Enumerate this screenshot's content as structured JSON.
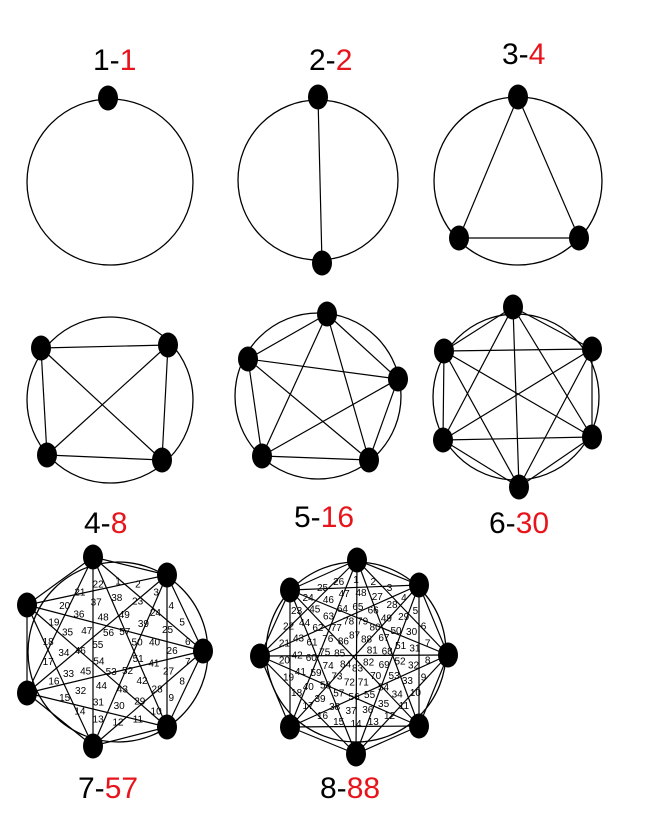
{
  "colors": {
    "ink": "#000000",
    "accent": "#e8141b",
    "background": "#ffffff"
  },
  "diagrams": [
    {
      "id": "n1",
      "points": 1,
      "label_prefix": "1-",
      "label_value": "1"
    },
    {
      "id": "n2",
      "points": 2,
      "label_prefix": "2-",
      "label_value": "2"
    },
    {
      "id": "n3",
      "points": 3,
      "label_prefix": "3-",
      "label_value": "4"
    },
    {
      "id": "n4",
      "points": 4,
      "label_prefix": "4-",
      "label_value": "8"
    },
    {
      "id": "n5",
      "points": 5,
      "label_prefix": "5-",
      "label_value": "16"
    },
    {
      "id": "n6",
      "points": 6,
      "label_prefix": "6-",
      "label_value": "30"
    },
    {
      "id": "n7",
      "points": 7,
      "label_prefix": "7-",
      "label_value": "57",
      "region_numbers_shown": 57
    },
    {
      "id": "n8",
      "points": 8,
      "label_prefix": "8-",
      "label_value": "88",
      "region_numbers_shown": 88
    }
  ]
}
